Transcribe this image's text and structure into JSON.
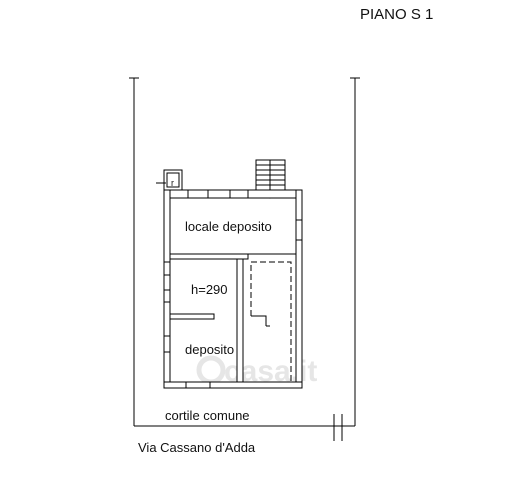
{
  "header": {
    "floor_title": "PIANO S 1"
  },
  "rooms": {
    "storage_room": "locale deposito",
    "height_note": "h=290",
    "deposit": "deposito",
    "r_mark": "r"
  },
  "outside": {
    "courtyard": "cortile comune",
    "street": "Via Cassano d'Adda"
  },
  "watermark": {
    "text": "casa.it"
  },
  "colors": {
    "line": "#000000",
    "watermark": "#e6e6e6",
    "background": "#ffffff"
  }
}
